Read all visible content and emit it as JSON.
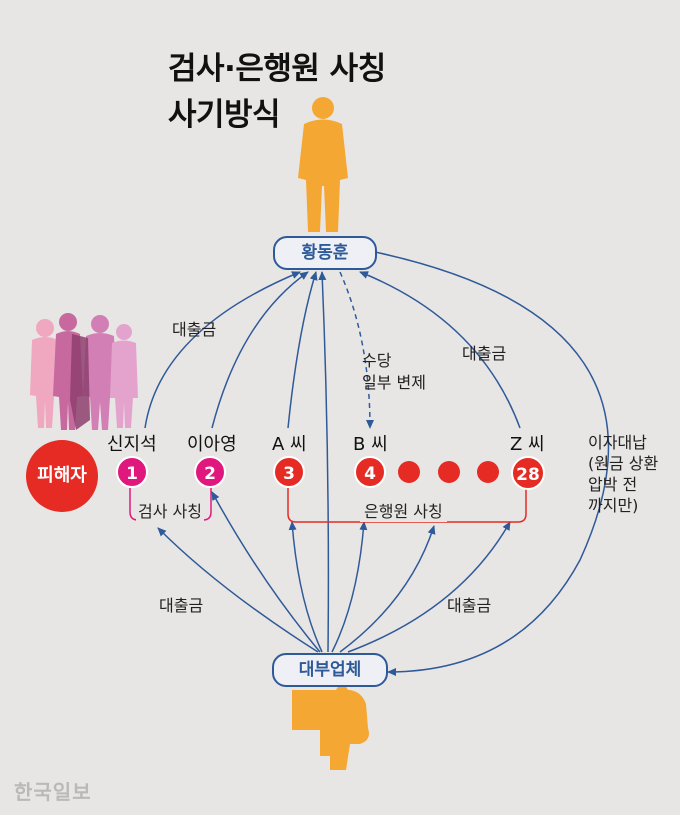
{
  "title": {
    "line1": "검사·은행원 사칭",
    "line2": "사기방식"
  },
  "nodes": {
    "hwang": "황동훈",
    "lender": "대부업체",
    "victim": "피해자"
  },
  "people": [
    {
      "name": "신지석",
      "number": "1"
    },
    {
      "name": "이아영",
      "number": "2"
    },
    {
      "name": "A 씨",
      "number": "3"
    },
    {
      "name": "B 씨",
      "number": "4"
    },
    {
      "name": "Z 씨",
      "number": "28"
    }
  ],
  "groups": {
    "prosecutor": "검사 사칭",
    "banker": "은행원 사칭"
  },
  "labels": {
    "loan_top_left": "대출금",
    "loan_top_right": "대출금",
    "loan_bottom_left": "대출금",
    "loan_bottom_right": "대출금",
    "commission_line1": "수당",
    "commission_line2": "일부 변제",
    "interest_line1": "이자대납",
    "interest_line2": "(원금 상환",
    "interest_line3": "압박 전",
    "interest_line4": "까지만)"
  },
  "watermark": "한국일보",
  "colors": {
    "arrow": "#2f5a99",
    "pink": "#e0187e",
    "red": "#e52b24",
    "silhouette": "#f5a733"
  }
}
